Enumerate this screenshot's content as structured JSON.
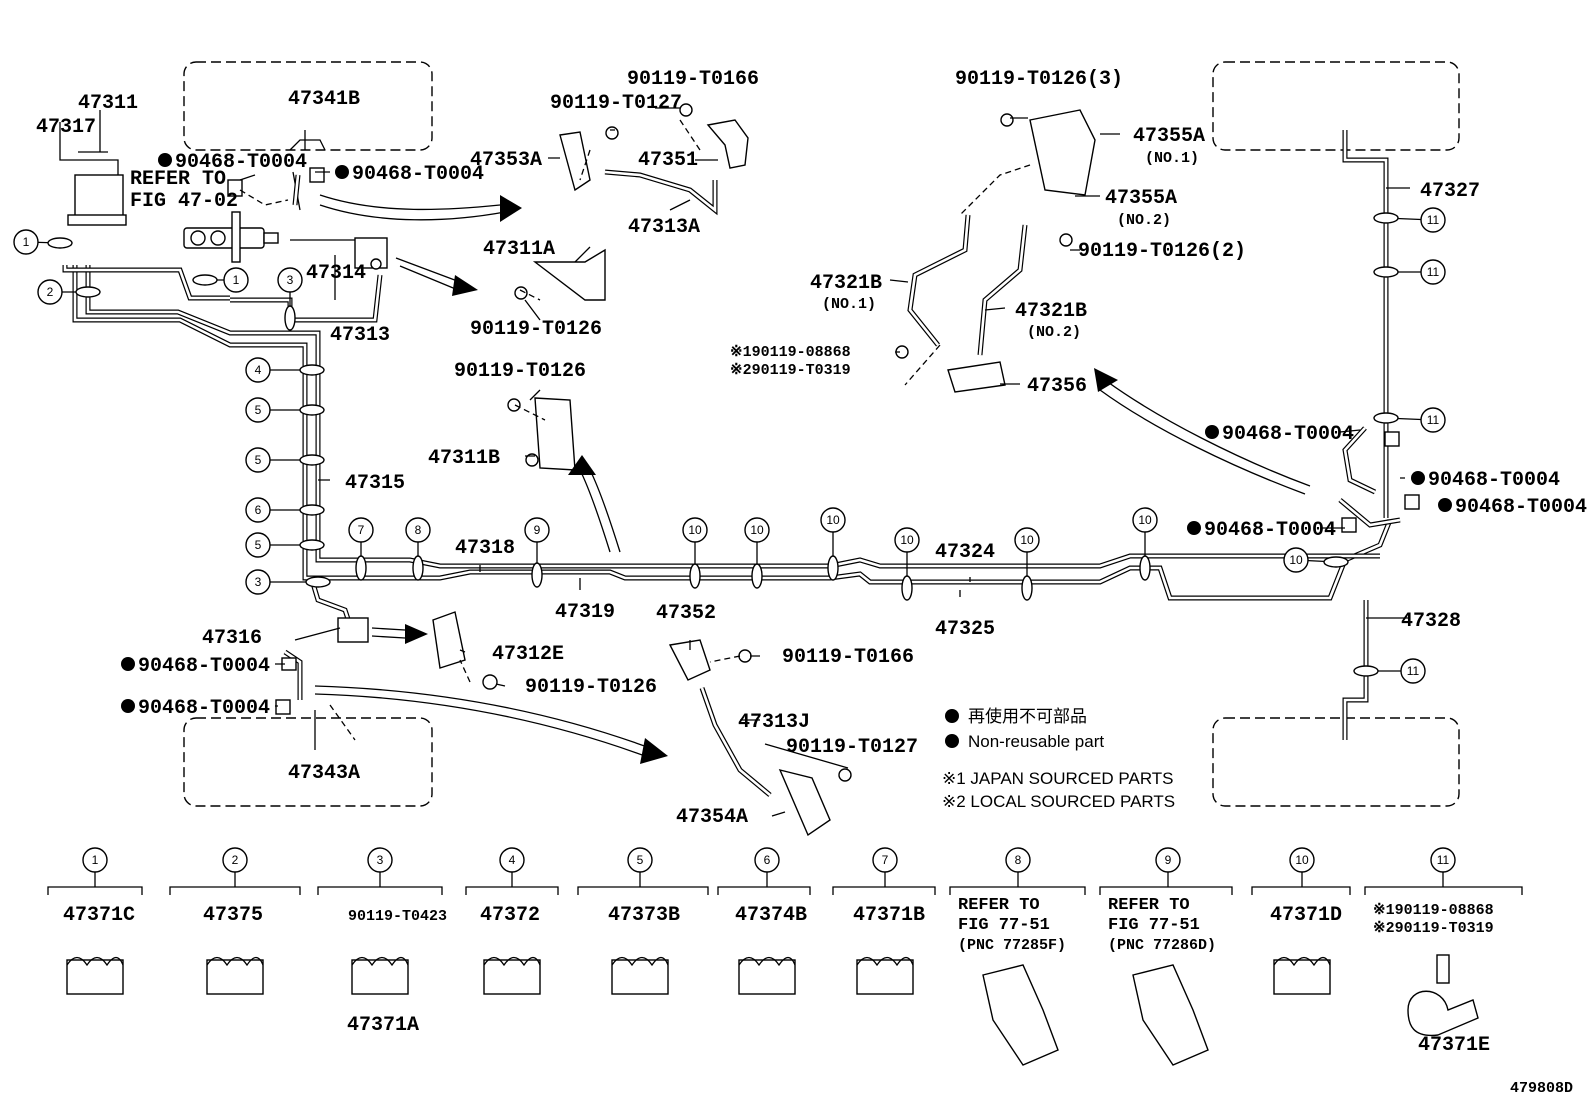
{
  "refer_note": {
    "line1": "REFER TO",
    "line2": "FIG 47-02"
  },
  "callouts": {
    "p47311": "47311",
    "p47317": "47317",
    "p47341B": "47341B",
    "p90468_a": "90468-T0004",
    "p90468_b": "90468-T0004",
    "p47314": "47314",
    "p47313": "47313",
    "p47315": "47315",
    "p47318": "47318",
    "p47319": "47319",
    "p47316": "47316",
    "p90468_c": "90468-T0004",
    "p90468_d": "90468-T0004",
    "p47343A": "47343A",
    "p47312E": "47312E",
    "p90119_T0126_e": "90119-T0126",
    "p90119_T0166_top": "90119-T0166",
    "p90119_T0127_top": "90119-T0127",
    "p47353A": "47353A",
    "p47351": "47351",
    "p47313A": "47313A",
    "p47311A": "47311A",
    "p90119_T0126_a": "90119-T0126",
    "p90119_T0126_b": "90119-T0126",
    "p47311B": "47311B",
    "p47352": "47352",
    "p90119_T0166_mid": "90119-T0166",
    "p47313J": "47313J",
    "p90119_T0127_bot": "90119-T0127",
    "p47354A": "47354A",
    "p47324": "47324",
    "p47325": "47325",
    "p90119_T0126_3": "90119-T0126(3)",
    "p47355A_1": "47355A",
    "p47355A_1_sub": "(NO.1)",
    "p47355A_2": "47355A",
    "p47355A_2_sub": "(NO.2)",
    "p90119_T0126_2": "90119-T0126(2)",
    "p47321B_1": "47321B",
    "p47321B_1_sub": "(NO.1)",
    "p47321B_2": "47321B",
    "p47321B_2_sub": "(NO.2)",
    "p_jp_08868": "※190119-08868",
    "p_loc_T0319": "※290119-T0319",
    "p47356": "47356",
    "p47327": "47327",
    "p47328": "47328",
    "p90468_r1": "90468-T0004",
    "p90468_r2": "90468-T0004",
    "p90468_r3": "90468-T0004",
    "p90468_r4": "90468-T0004"
  },
  "legend": {
    "nonreusable_jp": "再使用不可部品",
    "nonreusable_en": "Non-reusable part",
    "note1": "※1 JAPAN SOURCED PARTS",
    "note2": "※2 LOCAL SOURCED PARTS"
  },
  "clamp_numbers": [
    "1",
    "2",
    "3",
    "4",
    "5",
    "5",
    "6",
    "5",
    "3",
    "7",
    "8",
    "9",
    "10",
    "10",
    "10",
    "10",
    "10",
    "10",
    "10",
    "11",
    "11",
    "11",
    "11",
    "1"
  ],
  "clamp_key": [
    {
      "num": "1",
      "top": "47371C",
      "bottom": ""
    },
    {
      "num": "2",
      "top": "47375",
      "bottom": ""
    },
    {
      "num": "3",
      "top": "90119-T0423",
      "bottom": "47371A"
    },
    {
      "num": "4",
      "top": "47372",
      "bottom": ""
    },
    {
      "num": "5",
      "top": "47373B",
      "bottom": ""
    },
    {
      "num": "6",
      "top": "47374B",
      "bottom": ""
    },
    {
      "num": "7",
      "top": "47371B",
      "bottom": ""
    },
    {
      "num": "8",
      "ref": [
        "REFER TO",
        "FIG 77-51",
        "(PNC 77285F)"
      ]
    },
    {
      "num": "9",
      "ref": [
        "REFER TO",
        "FIG 77-51",
        "(PNC 77286D)"
      ]
    },
    {
      "num": "10",
      "top": "47371D",
      "bottom": ""
    },
    {
      "num": "11",
      "top1": "※190119-08868",
      "top2": "※290119-T0319",
      "bottom": "47371E"
    }
  ],
  "figure_id": "479808D"
}
